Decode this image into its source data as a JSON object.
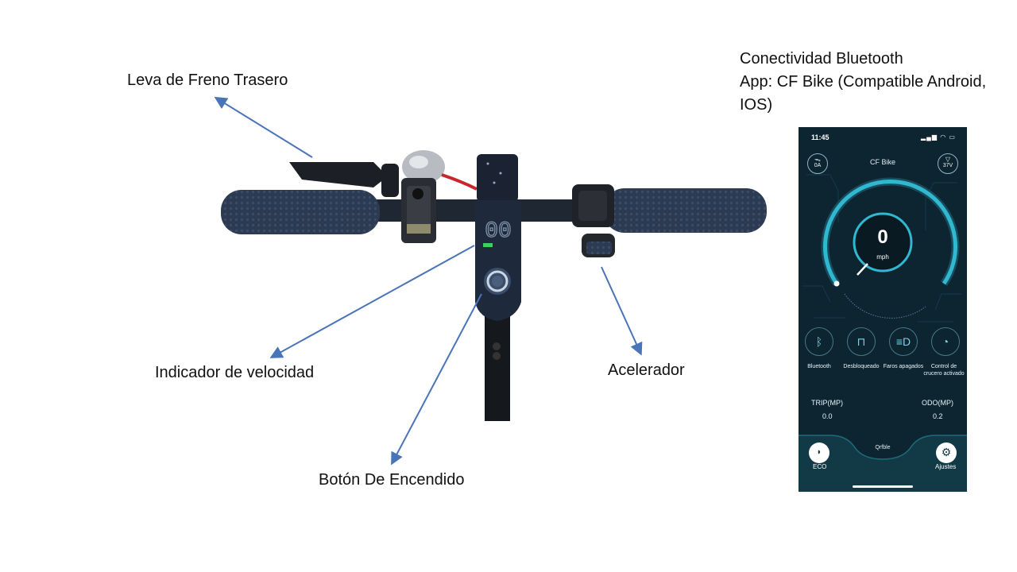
{
  "labels": {
    "rear_brake": "Leva de Freno Trasero",
    "speed_indicator": "Indicador de velocidad",
    "power_button": "Botón De Encendido",
    "throttle": "Acelerador"
  },
  "connectivity": {
    "line1": "Conectividad Bluetooth",
    "line2": "App: CF Bike (Compatible Android,",
    "line3": "IOS)"
  },
  "colors": {
    "arrow": "#4a74b8",
    "app_bg": "#0c2530",
    "gauge": "#2fb8d0"
  },
  "device_display": {
    "speed": "00"
  },
  "app": {
    "status_time": "11:45",
    "title": "CF Bike",
    "current": {
      "icon": "current-icon",
      "value": "0A"
    },
    "voltage": {
      "icon": "battery-icon",
      "value": "37V"
    },
    "speed": "0",
    "unit": "mph",
    "features": [
      {
        "icon": "bluetooth-icon",
        "label": "Bluetooth"
      },
      {
        "icon": "unlock-icon",
        "label": "Desbloqueado"
      },
      {
        "icon": "headlight-icon",
        "label": "Faros apagados"
      },
      {
        "icon": "cruise-control-icon",
        "label": "Control de crucero activado"
      }
    ],
    "trip": {
      "label": "TRIP(MP)",
      "value": "0.0"
    },
    "odo": {
      "label": "ODO(MP)",
      "value": "0.2"
    },
    "mode": {
      "icon": "turtle-icon",
      "label": "ECO"
    },
    "mode_center": "Qrfble",
    "settings": {
      "icon": "gear-icon",
      "label": "Ajustes"
    }
  }
}
